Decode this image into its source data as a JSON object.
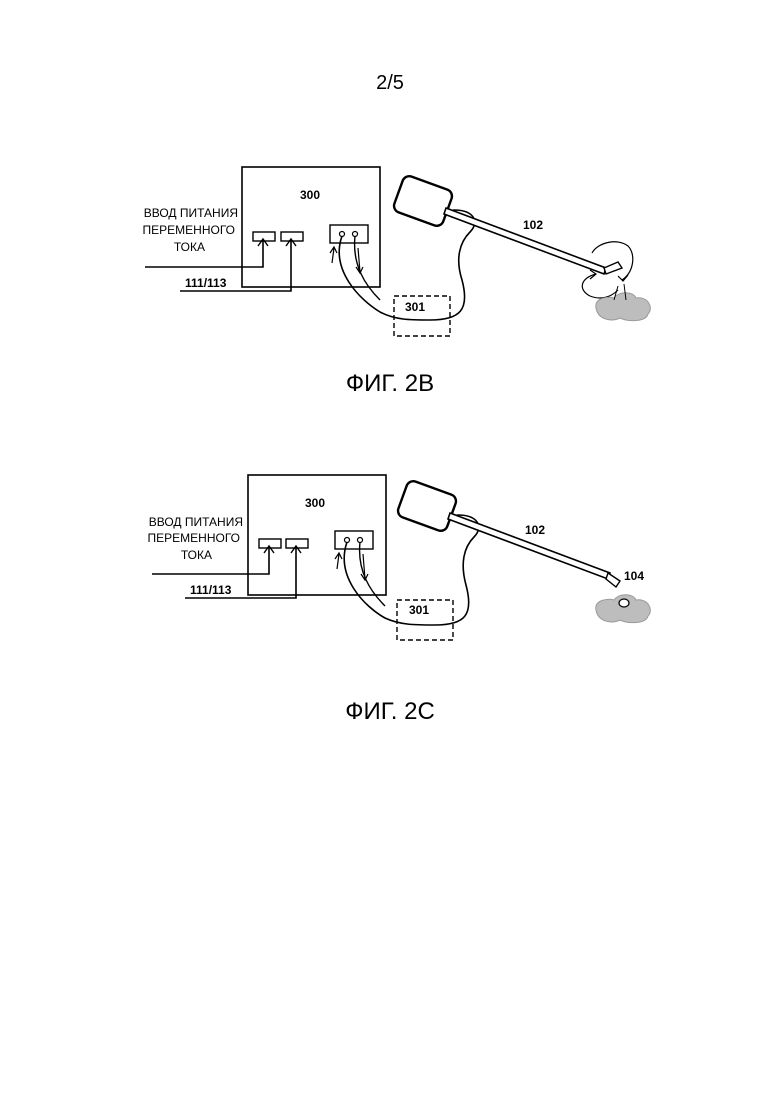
{
  "page": {
    "number": "2/5"
  },
  "figures": [
    {
      "caption": "ФИГ. 2B",
      "unit_label": "300",
      "input_label": [
        "ВВОД ПИТАНИЯ",
        "ПЕРЕМЕННОГО",
        "ТОКА"
      ],
      "line_label": "111/113",
      "box_label": "301",
      "probe_label": "102",
      "tip_label": ""
    },
    {
      "caption": "ФИГ. 2C",
      "unit_label": "300",
      "input_label": [
        "ВВОД ПИТАНИЯ",
        "ПЕРЕМЕННОГО",
        "ТОКА"
      ],
      "line_label": "111/113",
      "box_label": "301",
      "probe_label": "102",
      "tip_label": "104"
    }
  ]
}
